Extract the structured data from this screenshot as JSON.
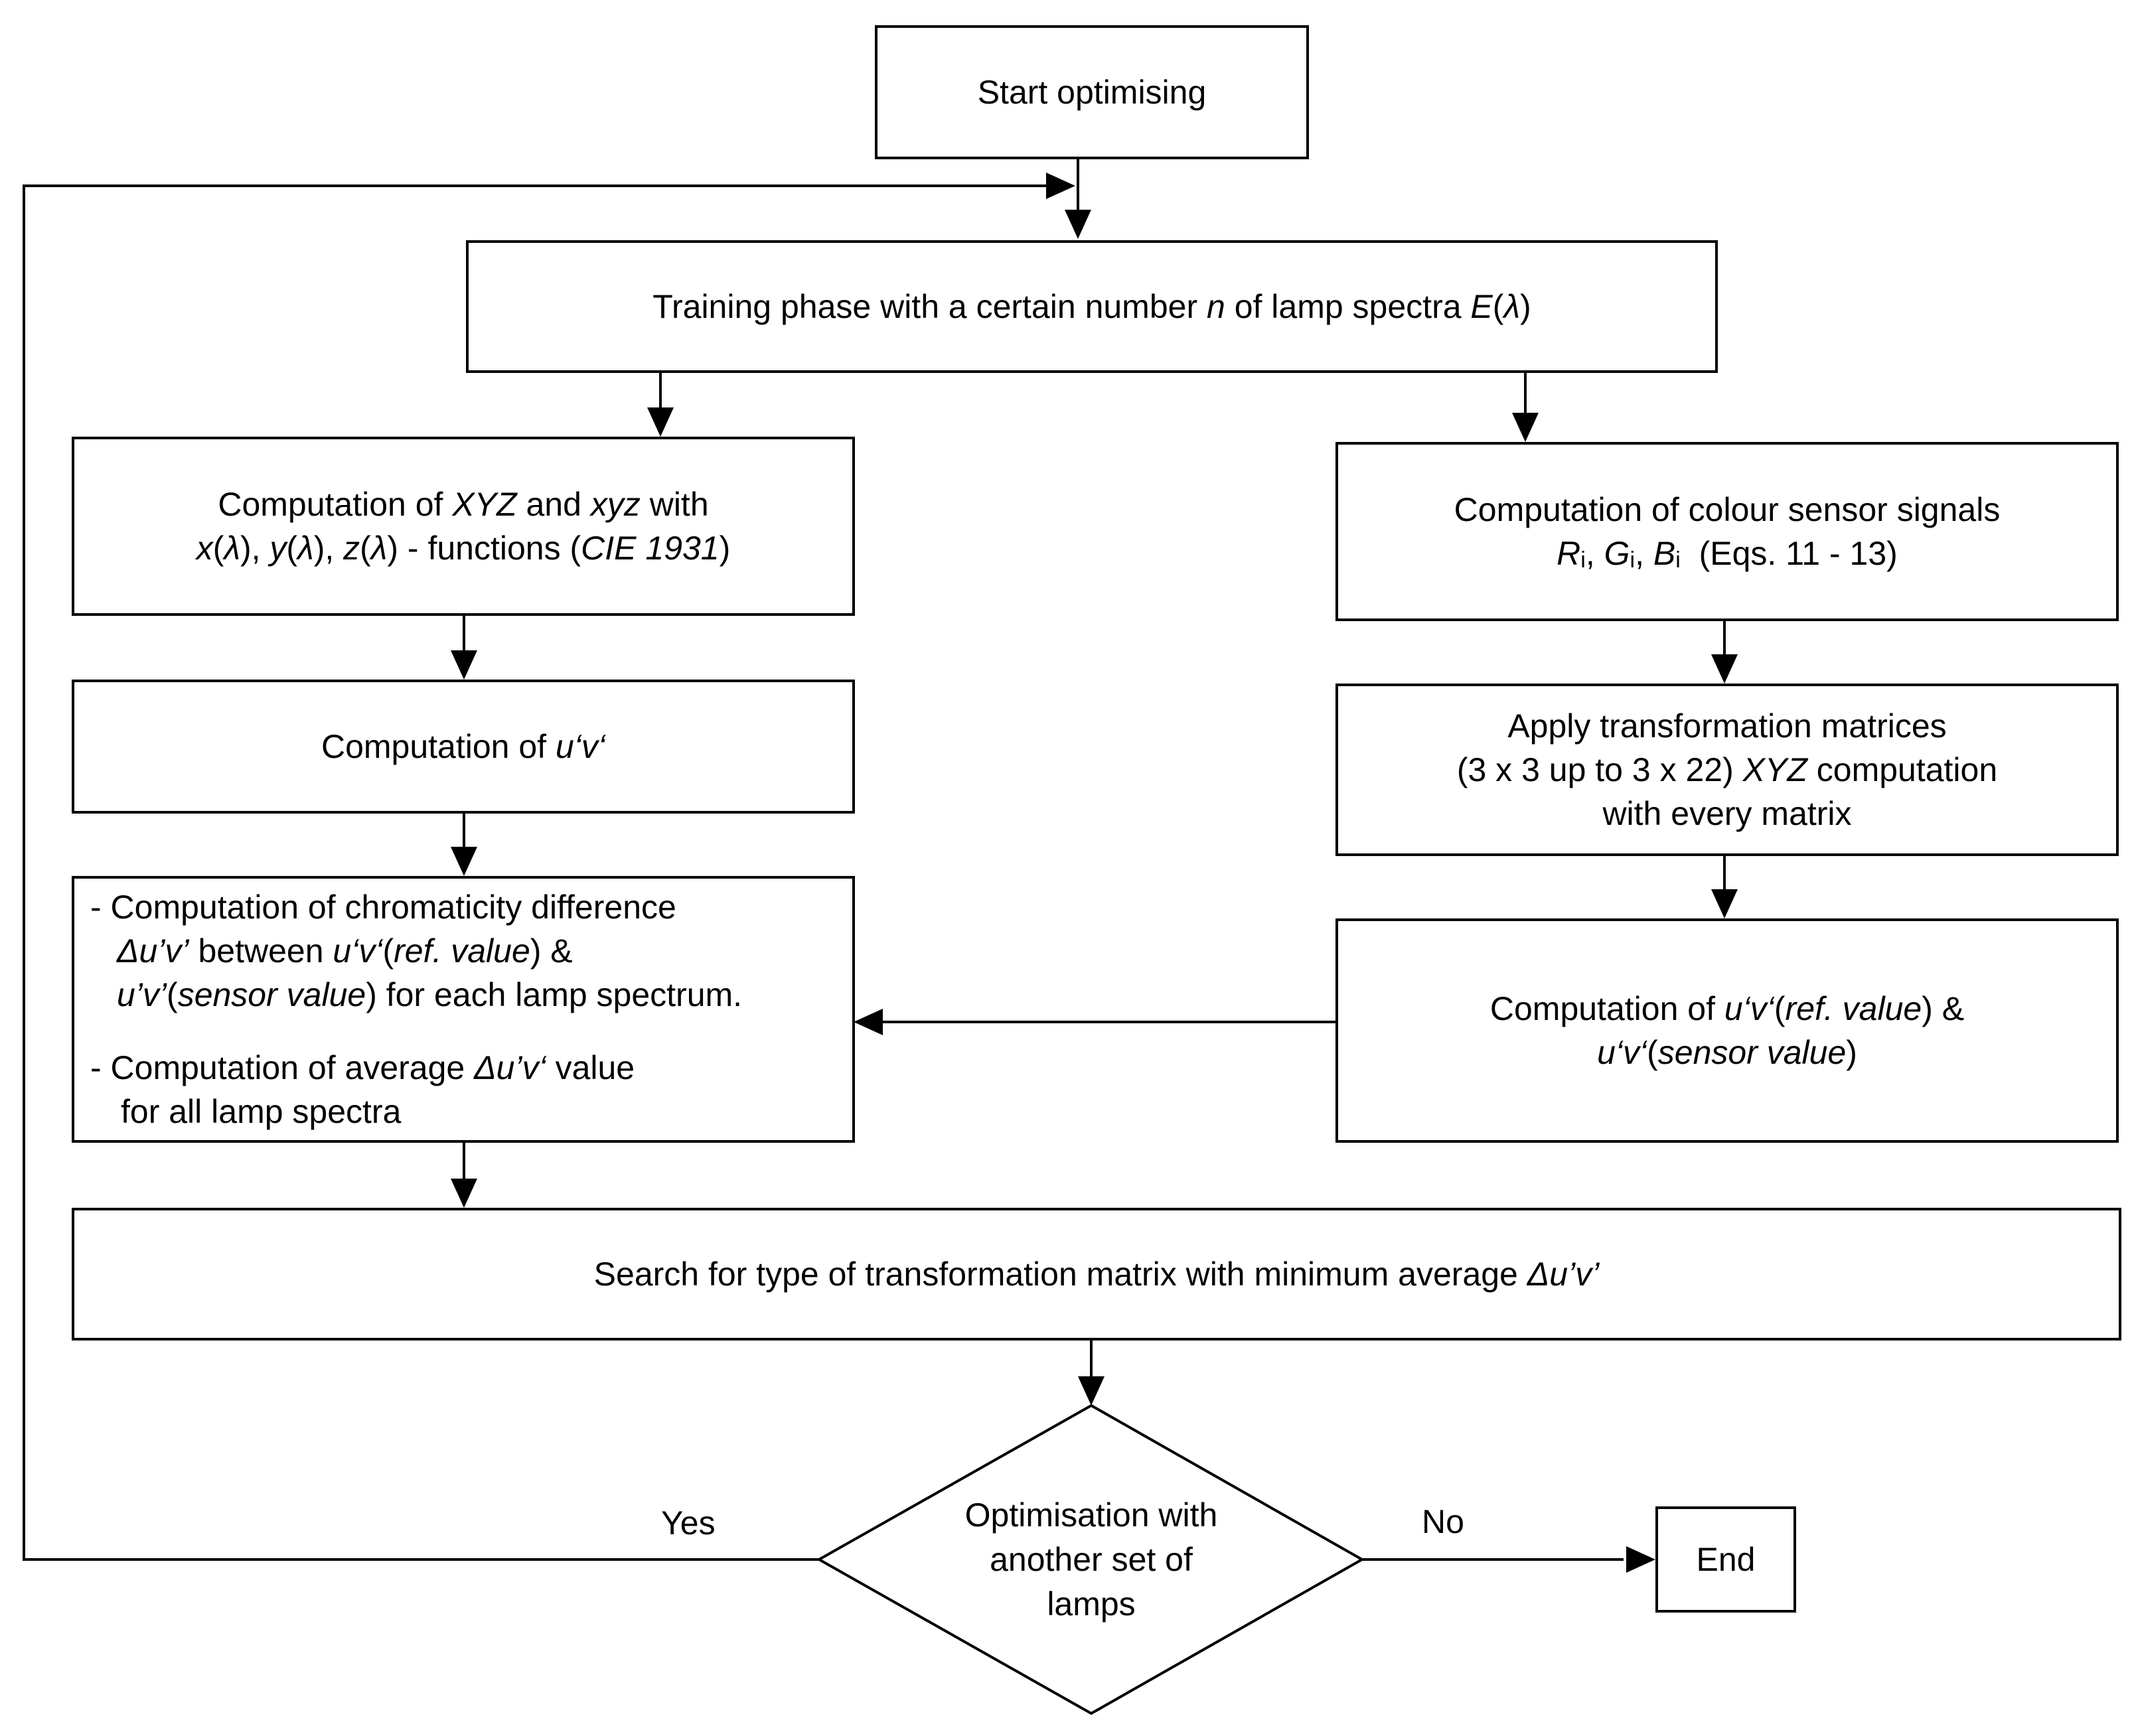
{
  "nodes": {
    "start": {
      "text": "Start optimising"
    },
    "training": {
      "part1": "Training phase with a certain number ",
      "var_n": "n",
      "part2": " of lamp spectra ",
      "var_E": "E",
      "part3": "(",
      "lambda": "λ",
      "part4": ")"
    },
    "computation_xyz": {
      "l1_a": "Computation of ",
      "l1_b": "XYZ",
      "l1_c": " and ",
      "l1_d": "xyz",
      "l1_e": " with",
      "l2_x": "x",
      "l2_xl": "(",
      "l2_lam1": "λ",
      "l2_xr": "), ",
      "l2_y": "y",
      "l2_yl": "(",
      "l2_lam2": "λ",
      "l2_yr": "), ",
      "l2_z": "z",
      "l2_zl": "(",
      "l2_lam3": "λ",
      "l2_zr": ") - functions (",
      "l2_cie": "CIE 1931",
      "l2_end": ")"
    },
    "computation_colour_sensor": {
      "l1": "Computation of colour sensor signals",
      "R": "R",
      "Ri": "i",
      "sep1": ", ",
      "G": "G",
      "Gi": "i",
      "sep2": ", ",
      "B": "B",
      "Bi": "i",
      "eqs": "  (Eqs. 11 - 13)"
    },
    "computation_uv": {
      "a": "Computation of ",
      "b": "u‘v‘"
    },
    "apply_matrices": {
      "l1": "Apply transformation matrices",
      "l2_a": "(3 x 3 up to 3 x 22) ",
      "l2_b": "XYZ",
      "l2_c": " computation",
      "l3": "with every matrix"
    },
    "chromaticity": {
      "l1": "- Computation of chromaticity difference",
      "l2_a": "Δu’v’",
      "l2_b": " between ",
      "l2_c": "u‘v‘",
      "l2_d": "(",
      "l2_e": "ref. value",
      "l2_f": ") &",
      "l3_a": "u’v’",
      "l3_b": "(",
      "l3_c": "sensor value",
      "l3_d": ") for each lamp spectrum.",
      "l4_a": "- Computation of average ",
      "l4_b": "Δu’v‘",
      "l4_c": " value",
      "l5": "for all lamp spectra"
    },
    "computation_ref_sensor": {
      "l1_a": "Computation of ",
      "l1_b": "u‘v‘",
      "l1_c": "(",
      "l1_d": "ref. value",
      "l1_e": ") &",
      "l2_a": "u‘v‘",
      "l2_b": "(",
      "l2_c": "sensor value",
      "l2_d": ")"
    },
    "search": {
      "a": "Search for type of transformation matrix with minimum average ",
      "b": "Δu’v’"
    },
    "decision": {
      "l1": "Optimisation with",
      "l2": "another set of",
      "l3": "lamps"
    },
    "end": {
      "text": "End"
    }
  },
  "edges": {
    "yes_label": "Yes",
    "no_label": "No"
  }
}
